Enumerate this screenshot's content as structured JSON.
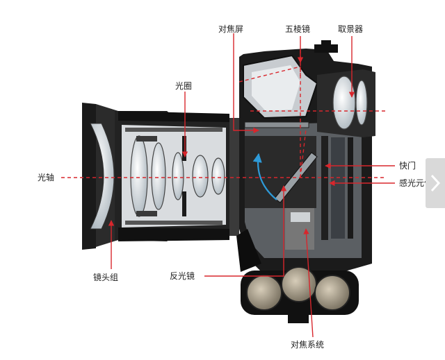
{
  "labels": {
    "focus_screen": "对焦屏",
    "pentaprism": "五棱镜",
    "viewfinder": "取景器",
    "aperture": "光圈",
    "optical_axis": "光轴",
    "shutter": "快门",
    "sensor": "感光元件",
    "lens_group": "镜头组",
    "reflex_mirror": "反光镜",
    "focus_system": "对焦系统"
  },
  "colors": {
    "accent_red": "#d8262c",
    "mirror_blue": "#2e9ad8",
    "body_dark": "#1a1a1a",
    "nav_bg": "#d9d9d9"
  },
  "icons": {
    "next_page": "chevron-right-icon"
  }
}
